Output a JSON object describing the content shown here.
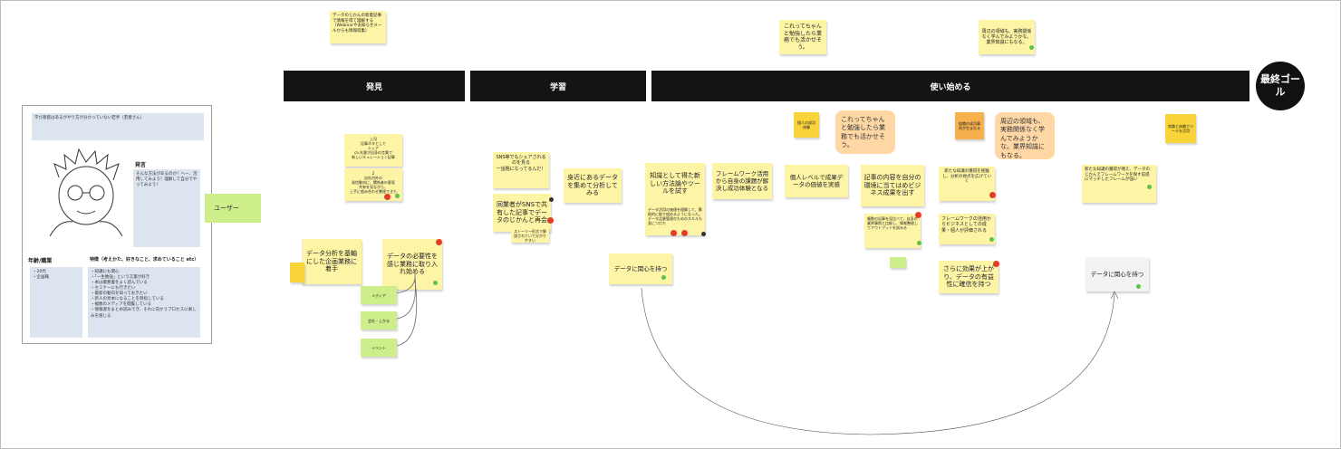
{
  "headers": {
    "discover": "発見",
    "learn": "学習",
    "use": "使い始める",
    "goal": "最終ゴール"
  },
  "top_notes": {
    "top_left": "データのじかんの新着記事で情報を得て理解する（Webinarやお知らせメールからも情報収集）",
    "top_mid": "これってちゃんと勉強したら業務でも活かせそう。",
    "top_right": "周辺の領域も、実務関係なく学んでみようかな。業界知識にもなる。"
  },
  "persona": {
    "header_text": "学び意欲はあるがやり方が分かっていない若手（若者さん）",
    "speech_label": "発言",
    "speech_text": "そんな方法があるのか！へー、活用してみよう！理解して自分でやってみよう！",
    "age_label": "年齢/職業",
    "age_text": "・20代\n・企画職",
    "traits_label": "特徴（考えかた、好きなこと、求めていること etc）",
    "traits_text": "・知識にも関心\n・「一生勉強」という言葉が好き\n・本は業務書をよく読んでいる\n・セミナーにも行きたい\n・最新の動向を知っておきたい\n・新人の見本になることを目指している\n・複数のメディアを閲覧している\n・情報源をまとめ読みでき、それに向かうプロセスに楽しみを感じる"
  },
  "user_tag": "ユーザー",
  "discover_notes": {
    "stack1": "上司\n記事ネタとして\nシェア\nca.先輩が自身の言葉で\n新しいキュレーション記事",
    "stack2": "2\n自社内外の\n発信動向に、関係者の意見\n共有を見ながら、\n上手に組み合わせ整理できた",
    "n1": "データ分析を基軸にした企画業務に着手",
    "n2": "データの必要性を感じ業務に取り入れ始める",
    "media": "メディア",
    "company": "会社・上かる",
    "event": "イベント"
  },
  "learn_notes": {
    "n1": "SNS等でもシェアされるのを見る\n一話題になってるんだ！",
    "n2": "同業者がSNSで共有した記事でデータのじかんと再会",
    "n3": "身近にあるデータを集めて分析してみる",
    "small": "ストーリー形式で解説されていて分かりやすい"
  },
  "use_notes": {
    "n1": "知識として得た新しい方法論やツールを試す",
    "n2": "フレームワーク活用から自身の課題が解決し成功体験となる",
    "n3": "個人レベルで成果データの価値を実感",
    "n4": "記事の内容を自分の環境に当てはめビジネス成果を出す",
    "n5": "さらに効果が上がり、データの有益性に確信を持つ",
    "n6": "フレームワークの活用からビジネスとしての成果・個人が評価される",
    "n7": "新たな知識の獲得を経験し、分析の視点を広げていく",
    "n8": "新たな知識の獲得が増え、データのじかんでフレームワークを探す前提にマッチしたフレームが強い",
    "small1": "データ活用の価値を理解して、積極的に取り組めるようになった。データ品質管理のためのスキルも身につけた",
    "small2": "複数の記事を見比べて、自身の業界事例と比較し、情報整理してアウトプットを試みる",
    "label1": "個人の成功体験",
    "label2": "組織の成功事例が生まれる",
    "label3": "知識と体験でツールを活用",
    "bubble1": "これってちゃんと勉強したら業務でも活かせそう。",
    "bubble2": "周辺の領域も、実務関係なく学んでみようかな。業界知識にもなる。",
    "interest1": "データに関心を持つ",
    "interest2": "データに関心を持つ"
  },
  "colors": {
    "header": "#141414",
    "sticky": "#fdf4a6",
    "sticky_dark": "#f8d33a",
    "green": "#cdee8a",
    "bubble": "#ffd7a5",
    "persona_box": "#dce4f0"
  }
}
